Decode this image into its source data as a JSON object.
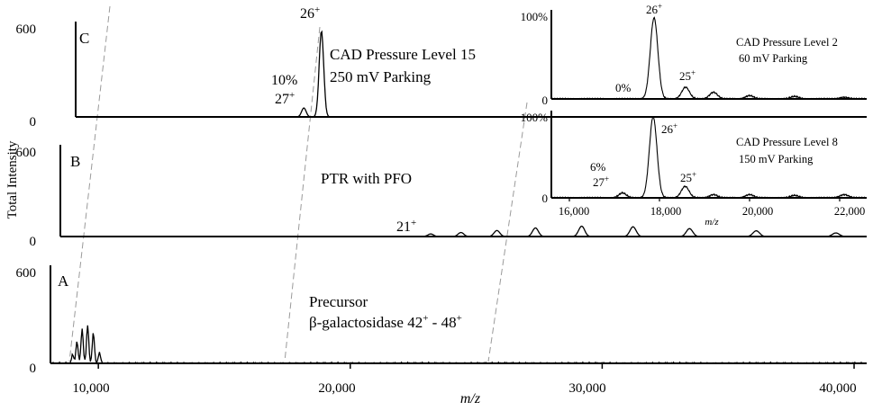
{
  "colors": {
    "ink": "#000000",
    "guide": "#9a9a9a",
    "background": "#ffffff"
  },
  "y_axis_title": "Total Intensity",
  "x_axis": {
    "label": "m/z",
    "ticks": [
      {
        "value": 10000,
        "label": "10,000"
      },
      {
        "value": 20000,
        "label": "20,000"
      },
      {
        "value": 30000,
        "label": "30,000"
      },
      {
        "value": 40000,
        "label": "40,000"
      }
    ]
  },
  "chart_data": [
    {
      "type": "line",
      "panel": "C",
      "xlim": [
        9100,
        40500
      ],
      "ylim": [
        0,
        600
      ],
      "y_ticks": [
        {
          "value": 0,
          "label": "0"
        },
        {
          "value": 600,
          "label": "600"
        }
      ],
      "annotations": {
        "line1": "CAD Pressure Level 15",
        "line2": "250 mV Parking",
        "peak_main_base": "26",
        "peak_main_sup": "+",
        "peak_minor_base": "27",
        "peak_minor_sup": "+",
        "percent": "10%"
      },
      "peaks": [
        {
          "mz": 18158,
          "intensity": 60
        },
        {
          "mz": 18855,
          "intensity": 575
        }
      ]
    },
    {
      "type": "line",
      "panel": "B",
      "xlim": [
        9100,
        40500
      ],
      "ylim": [
        0,
        600
      ],
      "y_ticks": [
        {
          "value": 0,
          "label": "0"
        },
        {
          "value": 600,
          "label": "600"
        }
      ],
      "annotations": {
        "line1": "PTR with PFO",
        "charge_base": "21",
        "charge_sup": "+"
      },
      "peaks": [
        {
          "mz": 23520,
          "intensity": 18
        },
        {
          "mz": 24700,
          "intensity": 28
        },
        {
          "mz": 26100,
          "intensity": 42
        },
        {
          "mz": 27600,
          "intensity": 60
        },
        {
          "mz": 29400,
          "intensity": 72
        },
        {
          "mz": 31400,
          "intensity": 68
        },
        {
          "mz": 33600,
          "intensity": 55
        },
        {
          "mz": 36200,
          "intensity": 40
        },
        {
          "mz": 39300,
          "intensity": 25
        }
      ]
    },
    {
      "type": "line",
      "panel": "A",
      "xlim": [
        9100,
        40500
      ],
      "ylim": [
        0,
        600
      ],
      "y_ticks": [
        {
          "value": 0,
          "label": "0"
        },
        {
          "value": 600,
          "label": "600"
        }
      ],
      "annotations": {
        "line1": "Precursor",
        "line2_prefix": "β-galactosidase 42",
        "line2_sup1": "+",
        "line2_mid": " - 48",
        "line2_sup2": "+"
      },
      "peaks": [
        {
          "mz": 9950,
          "intensity": 55
        },
        {
          "mz": 10120,
          "intensity": 145
        },
        {
          "mz": 10320,
          "intensity": 225
        },
        {
          "mz": 10530,
          "intensity": 245
        },
        {
          "mz": 10750,
          "intensity": 195
        },
        {
          "mz": 10980,
          "intensity": 70
        }
      ]
    },
    {
      "type": "line",
      "panel": "inset-top",
      "xlim": [
        15600,
        22600
      ],
      "ylim": [
        0,
        100
      ],
      "y_ticks": [
        {
          "value": 0,
          "label": "0"
        },
        {
          "value": 100,
          "label": "100%"
        }
      ],
      "annotations": {
        "line1": "CAD Pressure Level 2",
        "line2": "60 mV Parking",
        "peak_main_base": "26",
        "peak_main_sup": "+",
        "peak_minor_base": "25",
        "peak_minor_sup": "+",
        "percent": "0%"
      },
      "peaks": [
        {
          "mz": 17880,
          "intensity": 97
        },
        {
          "mz": 18580,
          "intensity": 14
        },
        {
          "mz": 19200,
          "intensity": 8
        },
        {
          "mz": 20000,
          "intensity": 4
        },
        {
          "mz": 21000,
          "intensity": 3
        },
        {
          "mz": 22100,
          "intensity": 2
        }
      ]
    },
    {
      "type": "line",
      "panel": "inset-bottom",
      "xlim": [
        15600,
        22600
      ],
      "ylim": [
        0,
        100
      ],
      "y_ticks": [
        {
          "value": 0,
          "label": "0"
        },
        {
          "value": 100,
          "label": "100%"
        }
      ],
      "x_ticks": [
        {
          "value": 16000,
          "label": "16,000"
        },
        {
          "value": 18000,
          "label": "18,000"
        },
        {
          "value": 20000,
          "label": "20,000"
        },
        {
          "value": 22000,
          "label": "22,000"
        }
      ],
      "xlabel": "m/z",
      "annotations": {
        "line1": "CAD Pressure Level 8",
        "line2": "150 mV Parking",
        "peak_main_base": "26",
        "peak_main_sup": "+",
        "peak_minor_base": "25",
        "peak_minor_sup": "+",
        "peak_left_base": "27",
        "peak_left_sup": "+",
        "percent": "6%"
      },
      "peaks": [
        {
          "mz": 17180,
          "intensity": 6
        },
        {
          "mz": 17860,
          "intensity": 99
        },
        {
          "mz": 18570,
          "intensity": 14
        },
        {
          "mz": 19200,
          "intensity": 4
        },
        {
          "mz": 20000,
          "intensity": 4
        },
        {
          "mz": 21000,
          "intensity": 3
        },
        {
          "mz": 22100,
          "intensity": 4
        }
      ]
    }
  ]
}
